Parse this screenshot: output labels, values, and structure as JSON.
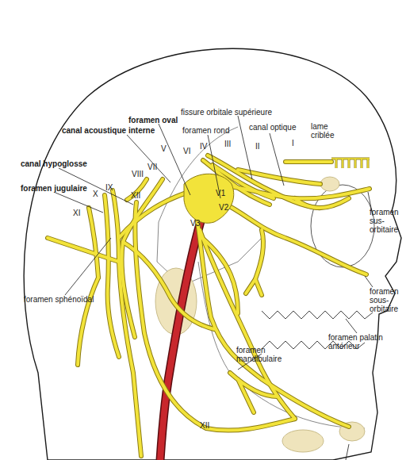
{
  "diagram": {
    "labels": [
      "fissure orbitale supérieure",
      "foramen oval",
      "canal acoustique interne",
      "foramen rond",
      "canal optique",
      "lame criblée",
      "canal hypoglosse",
      "V",
      "VI",
      "IV",
      "III",
      "II",
      "I",
      "VII",
      "foramen jugulaire",
      "IX",
      "VIII",
      "XII",
      "X",
      "XI",
      "V1",
      "V2",
      "V3",
      "foramen sus-orbitaire",
      "foramen sous-orbitaire",
      "foramen sphénoïdal",
      "foramen mandibulaire",
      "foramen palatin antérieur",
      "XII"
    ]
  }
}
